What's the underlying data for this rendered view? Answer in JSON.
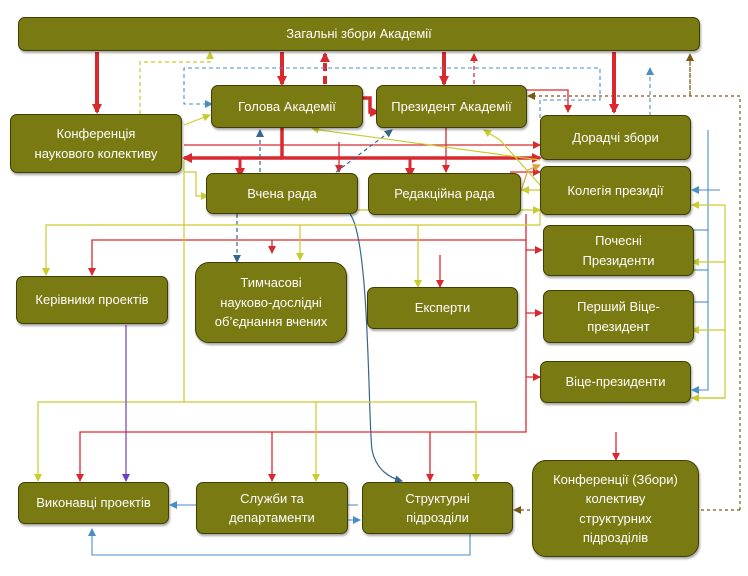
{
  "colors": {
    "box_fill": "#7a7a12",
    "box_border": "#3e3e05",
    "box_text": "#ffffff",
    "red": "#d9292f",
    "dark_red": "#c0301c",
    "blue": "#4a8ec8",
    "dark_blue": "#35668f",
    "yellow": "#c9cc2e",
    "purple": "#6f3fbf",
    "brown": "#7a5a12",
    "orange": "#e0a33a"
  },
  "nodes": {
    "general_assembly": "Загальні збори Академії",
    "head": "Голова Академії",
    "president": "Президент Академії",
    "conference": "Конференція\nнаукового колективу",
    "advisory": "Дорадчі збори",
    "scientific_council": "Вчена рада",
    "editorial_council": "Редакційна рада",
    "presidium": "Колегія президії",
    "honorary": "Почесні\nПрезиденти",
    "project_leaders": "Керівники проектів",
    "temporary_unions": "Тимчасові\nнауково-дослідні\nоб’єднання вчених",
    "experts": "Експерти",
    "first_vp": "Перший Віце-\nпрезидент",
    "vice_presidents": "Віце-президенти",
    "project_executors": "Виконавці проектів",
    "services": "Служби та\nдепартаменти",
    "structural_units": "Структурні\nпідрозділи",
    "unit_conferences": "Конференції (Збори)\nколективу\nструктурних\nпідрозділів"
  }
}
